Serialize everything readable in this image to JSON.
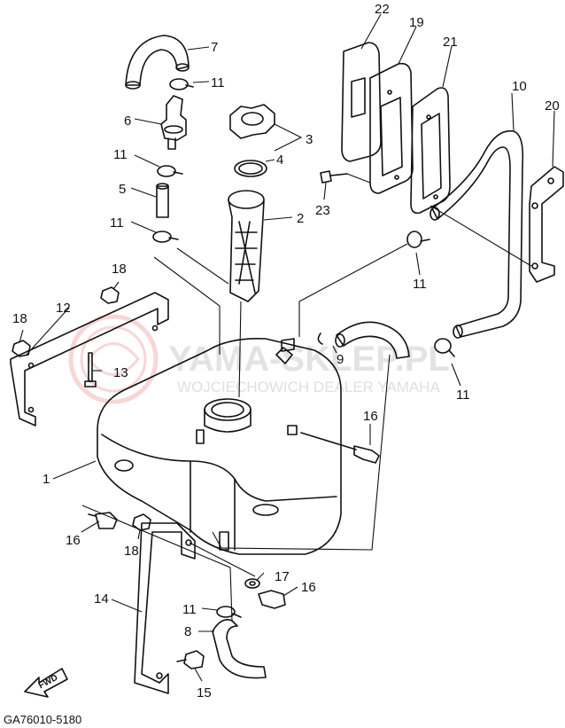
{
  "callouts": [
    "1",
    "2",
    "3",
    "4",
    "5",
    "6",
    "7",
    "8",
    "9",
    "10",
    "11",
    "12",
    "13",
    "14",
    "15",
    "16",
    "17",
    "18",
    "19",
    "20",
    "21",
    "22",
    "23"
  ],
  "drawing_code": "GA76010-5180",
  "watermark": {
    "brand": "YAMA-SKLEP.PL",
    "subtitle": "WOJCIECHOWICH DEALER YAMAHA",
    "logo_color": "#f3b5b5"
  },
  "fwd_label": "FWD"
}
